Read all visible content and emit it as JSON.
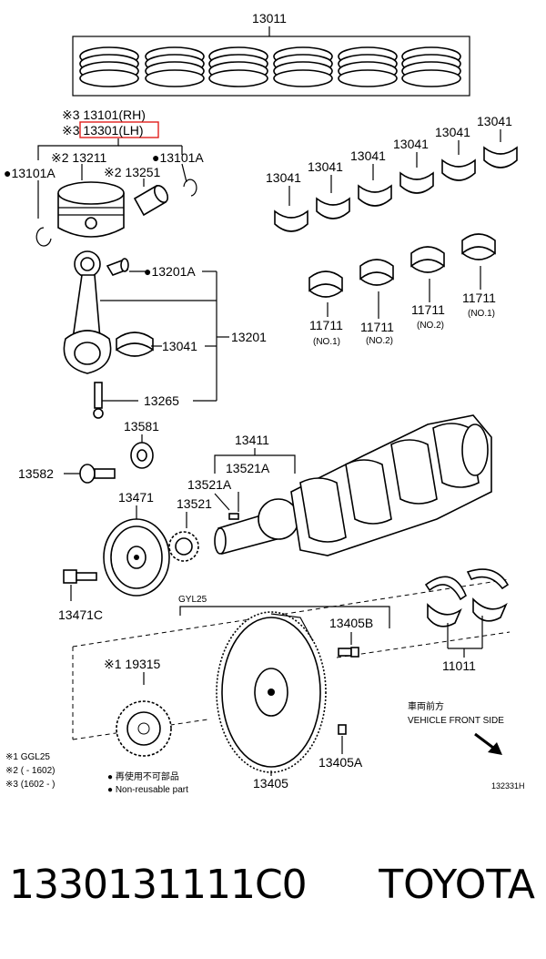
{
  "labels": {
    "ring_set": "13011",
    "piston_rh": "※3 13101(RH)",
    "piston_lh": "※3 13301(LH)",
    "pin_2": "※2 13211",
    "snap_ring_a_right": "●13101A",
    "snap_ring_a_left": "●13101A",
    "pin_13251": "※2 13251",
    "bearing_13041_1": "13041",
    "bearing_13041_2": "13041",
    "bearing_13041_3": "13041",
    "bearing_13041_4": "13041",
    "bearing_13041_5": "13041",
    "bearing_13041_6": "13041",
    "bushing": "●13201A",
    "rod_assy": "13201",
    "rod_bearing": "13041",
    "rod_bolt": "13265",
    "main_1": "11711",
    "main_1_sub": "(NO.1)",
    "main_2": "11711",
    "main_2_sub": "(NO.2)",
    "main_3": "11711",
    "main_3_sub": "(NO.2)",
    "main_4": "11711",
    "main_4_sub": "(NO.1)",
    "bolt_13582": "13582",
    "washer_13581": "13581",
    "crank_13411": "13411",
    "key_13521a_top": "13521A",
    "key_13521a_left": "13521A",
    "pulley": "13471",
    "gear": "13521",
    "pulley_bolt": "13471C",
    "gyl25": "GYL25",
    "flywheel_bolt": "13405B",
    "thrust": "11011",
    "timing": "※1 19315",
    "jp_front": "車両前方",
    "en_front": "VEHICLE FRONT SIDE",
    "flywheel": "13405",
    "pin_13405a": "13405A",
    "diagram_no": "132331H"
  },
  "notes": {
    "n1": "※1 GGL25",
    "n2": "※2 (      - 1602)",
    "n3": "※3 (1602 -      )",
    "jp_nonreuse": "● 再使用不可部品",
    "en_nonreuse": "● Non-reusable part"
  },
  "highlight_color": "#e0201c",
  "footer": {
    "part_number": "1330131111C0",
    "brand": "TOYOTA"
  }
}
